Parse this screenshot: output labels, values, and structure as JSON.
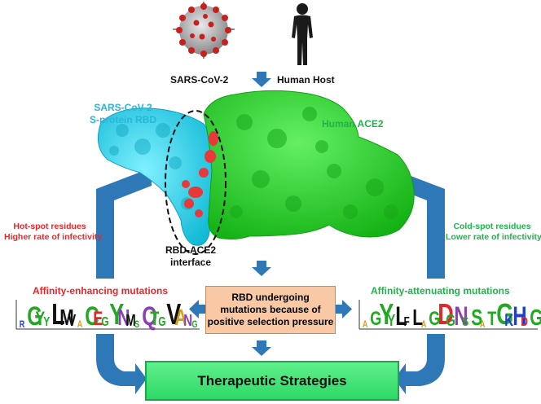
{
  "top": {
    "virus_label": "SARS-CoV-2",
    "host_label": "Human Host"
  },
  "structure": {
    "rbd_label_line1": "SARS-CoV-2",
    "rbd_label_line2": "S-protein RBD",
    "ace2_label": "Human ACE2",
    "interface_line1": "RBD-ACE2",
    "interface_line2": "interface"
  },
  "left_side": {
    "line1": "Hot-spot residues",
    "line2": "Higher rate of infectivity",
    "logo_title": "Affinity-enhancing mutations"
  },
  "right_side": {
    "line1": "Cold-spot residues",
    "line2": "Lower rate of infectivity",
    "logo_title": "Affinity-attenuating mutations"
  },
  "center_box": {
    "line1": "RBD undergoing",
    "line2": "mutations because of",
    "line3": "positive selection pressure"
  },
  "bottom_box": {
    "label": "Therapeutic Strategies"
  },
  "logo_left": {
    "letters": "RGYYLMVACEGYNMSQTGVANG"
  },
  "logo_right": {
    "letters": "AGYYLFLAGDGNSSATGKHDG"
  },
  "colors": {
    "rbd": "#29d3ee",
    "ace2": "#2ed52e",
    "hotspot": "#e8262a",
    "arrow": "#2f78b8",
    "orange_box": "#f9c9a6",
    "green_box": "#3fe274"
  }
}
